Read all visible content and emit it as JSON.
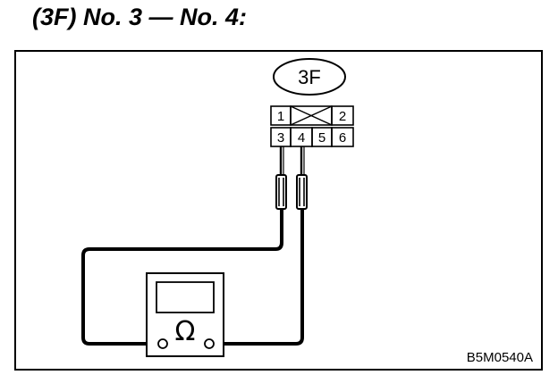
{
  "heading": "(3F) No. 3 — No. 4:",
  "connector": {
    "label": "3F",
    "pins_top": [
      "1",
      "2"
    ],
    "pins_bottom": [
      "3",
      "4",
      "5",
      "6"
    ]
  },
  "meter": {
    "symbol": "Ω",
    "symbol_icon": "ohm-icon"
  },
  "figure_code": "B5M0540A"
}
